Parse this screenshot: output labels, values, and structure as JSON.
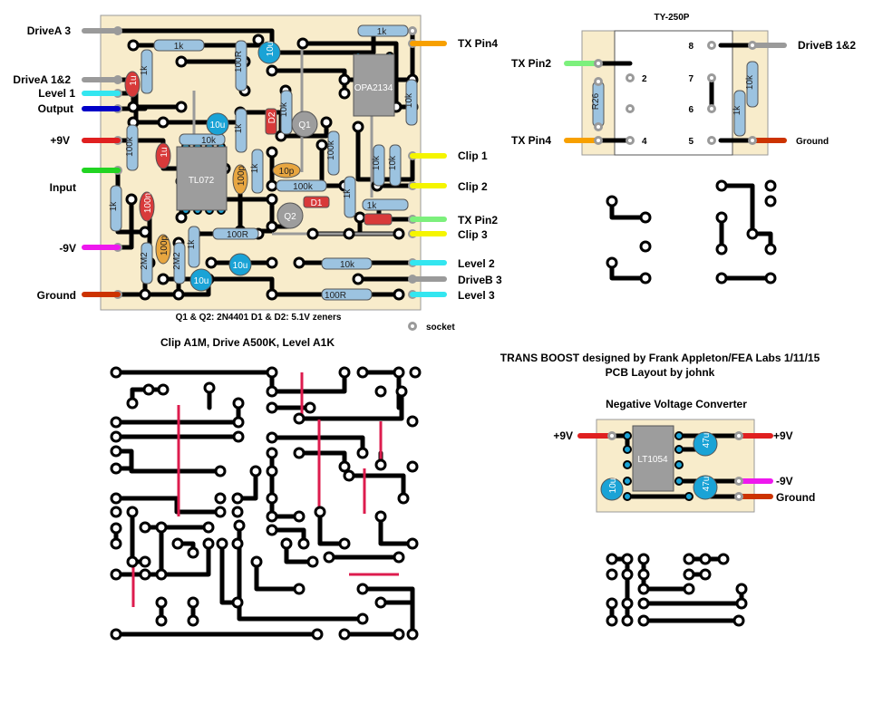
{
  "colors": {
    "board": "#f8eccb",
    "board_border": "#9a9a9a",
    "trace": "#000000",
    "jumper": "#dd1c4e",
    "resistor_body": "#9cc3e0",
    "cap_blue": "#1aa3d6",
    "cap_red": "#d83a3a",
    "cap_orange": "#e8a640",
    "ic_body": "#9d9d9d",
    "wire_gray": "#9a9a9a",
    "wire_blue": "#0000c8",
    "wire_cyan": "#33e6f0",
    "wire_red": "#e02020",
    "wire_green": "#22d422",
    "wire_magenta": "#ee18ee",
    "wire_brown": "#cc3300",
    "wire_orange": "#f7a000",
    "wire_yellow": "#f5f500",
    "wire_lightgreen": "#7cf07c"
  },
  "main_board": {
    "left_labels": [
      "DriveA 3",
      "DriveA 1&2",
      "Level 1",
      "Output",
      "+9V",
      "Input",
      "-9V",
      "Ground"
    ],
    "right_labels": [
      "TX Pin4",
      "Clip 1",
      "Clip 2",
      "TX Pin2",
      "Clip 3",
      "Level 2",
      "DriveB 3",
      "Level 3"
    ],
    "components": {
      "r_1k_top": "1k",
      "r_1k_top2": "1k",
      "c_10u_top": "10u",
      "r_100r_top": "100R",
      "r_1k_left": "1k",
      "c_1u_left": "1u",
      "c_10u_mid": "10u",
      "r_10k_mid": "10k",
      "r_100k_left": "100k",
      "c_1u_red": "1u",
      "ic_tl072": "TL072",
      "c_100p_mid": "100p",
      "r_1k_mid": "1k",
      "r_1k_far_left": "1k",
      "c_100n": "100n",
      "r_2m2_a": "2M2",
      "c_100p_low": "100p",
      "r_2m2_b": "2M2",
      "r_1k_low": "1k",
      "r_100r_mid": "100R",
      "c_10u_low": "10u",
      "c_10u_low2": "10u",
      "r_10k_low": "10k",
      "r_100r_low": "100R",
      "d2": "D2",
      "r_10k_d2": "10k",
      "q1": "Q1",
      "c_10p": "10p",
      "r_100k_mid": "100k",
      "d1": "D1",
      "q2": "Q2",
      "r_1k_d1": "1k",
      "r_100k_right": "100k",
      "ic_opa2134": "OPA2134",
      "r_10k_right": "10k",
      "r_10k_r2": "10k",
      "r_10k_r3": "10k",
      "r_1k_r4": "1k"
    },
    "notes": "Q1 & Q2: 2N4401    D1 & D2: 5.1V zeners",
    "socket_label": "socket",
    "pots": "Clip A1M,    Drive A500K,    Level A1K"
  },
  "transformer": {
    "title": "TY-250P",
    "pins_left": [
      "2",
      "4"
    ],
    "pins_right": [
      "8",
      "7",
      "6",
      "5"
    ],
    "left_labels": [
      "TX Pin2",
      "TX Pin4"
    ],
    "right_labels": [
      "DriveB 1&2",
      "Ground"
    ],
    "r26": "R26",
    "r_10k": "10k",
    "r_1k": "1k"
  },
  "credits": {
    "line1": "TRANS BOOST  designed by Frank Appleton/FEA Labs  1/11/15",
    "line2": "PCB Layout by johnk"
  },
  "nvc": {
    "title": "Negative Voltage Converter",
    "left_label": "+9V",
    "right_labels": [
      "+9V",
      "-9V",
      "Ground"
    ],
    "ic": "LT1054",
    "c_10u": "10u",
    "c_47u_a": "47u",
    "c_47u_b": "47u"
  }
}
